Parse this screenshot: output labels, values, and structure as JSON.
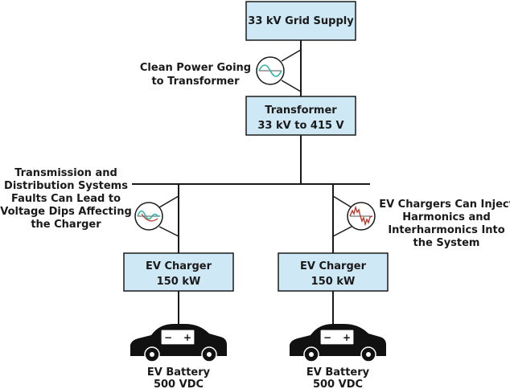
{
  "nodes": {
    "grid": {
      "lines": [
        "33 kV Grid Supply"
      ]
    },
    "transformer": {
      "lines": [
        "Transformer",
        "33 kV to 415 V"
      ]
    },
    "charger_left": {
      "lines": [
        "EV Charger",
        "150 kW"
      ]
    },
    "charger_right": {
      "lines": [
        "EV Charger",
        "150 kW"
      ]
    },
    "battery_left": {
      "lines": [
        "EV Battery",
        "500 VDC"
      ],
      "minus": "−",
      "plus": "+"
    },
    "battery_right": {
      "lines": [
        "EV Battery",
        "500 VDC"
      ],
      "minus": "−",
      "plus": "+"
    }
  },
  "annotations": {
    "clean_power": {
      "lines": [
        "Clean Power Going",
        "to Transformer"
      ]
    },
    "voltage_dips": {
      "lines": [
        "Transmission and",
        "Distribution Systems",
        "Faults Can Lead to",
        "Voltage Dips Affecting",
        "the Charger"
      ]
    },
    "harmonics": {
      "lines": [
        "EV Chargers Can Inject",
        "Harmonics and",
        "Interharmonics Into",
        "the System"
      ]
    }
  },
  "colors": {
    "box_fill": "#cfe8f5",
    "stroke": "#1a1a1a",
    "clean_wave": "#2bb5a0",
    "dip_wave": "#2bb5a0",
    "harmonic_wave": "#c0392b"
  },
  "icons": [
    "waveform-scope-icon",
    "electric-car-icon",
    "battery-icon"
  ]
}
